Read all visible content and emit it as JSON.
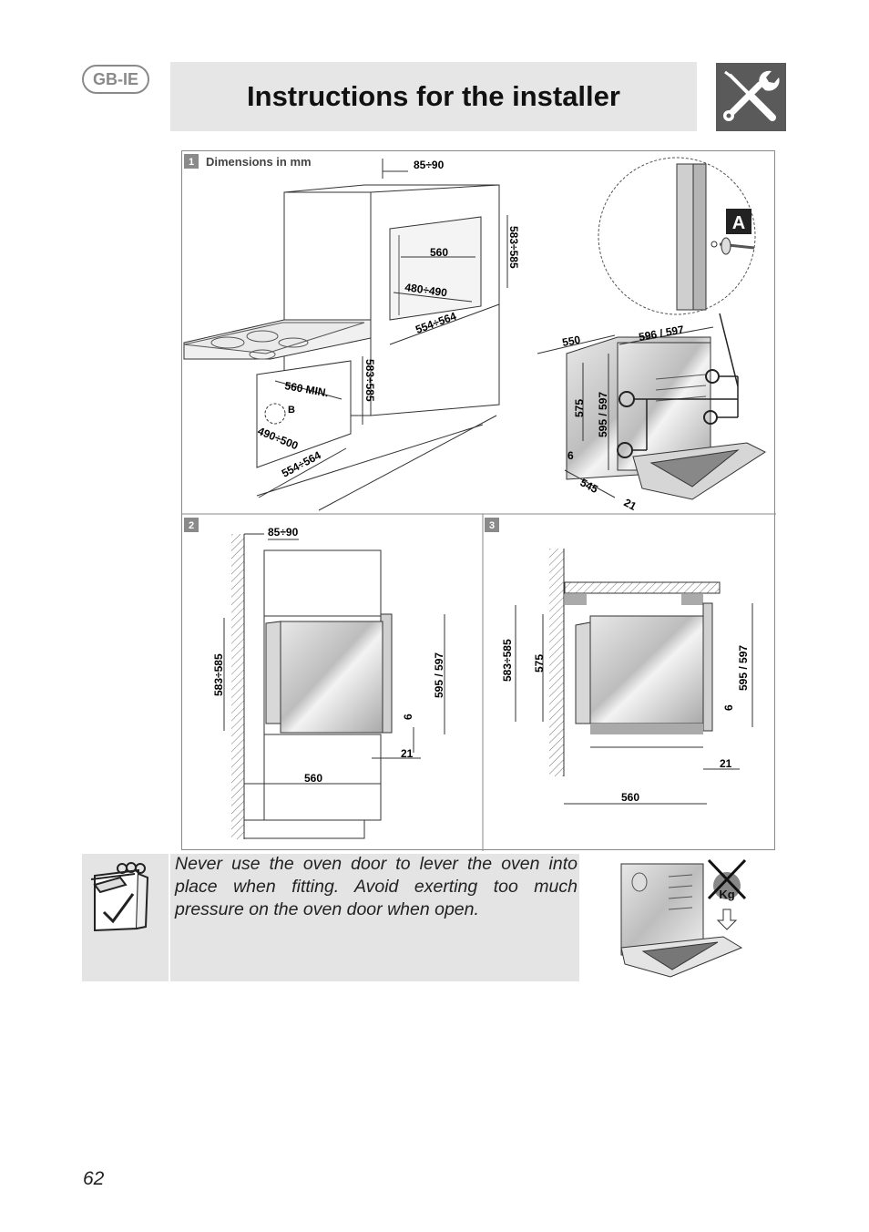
{
  "header": {
    "lang_badge": "GB-IE",
    "title": "Instructions for the installer",
    "icon": "tools-icon"
  },
  "figure1": {
    "number": "1",
    "caption": "Dimensions in mm",
    "dims": {
      "top_gap": "85÷90",
      "niche_height": "583÷585",
      "niche_width": "560",
      "niche_depth": "480÷490",
      "cabinet_depth": "554÷564",
      "under_width": "560 MIN.",
      "under_height": "583÷585",
      "under_depth": "490÷500",
      "under_cabinet_depth": "554÷564",
      "oven_depth": "550",
      "oven_width": "596 / 597",
      "oven_inner_height": "575",
      "oven_height": "595 / 597",
      "oven_bottom": "6",
      "oven_body_depth": "545",
      "front": "21"
    },
    "label_a": "A",
    "label_b": "B"
  },
  "figure2": {
    "number": "2",
    "dims": {
      "top_gap": "85÷90",
      "niche_height": "583÷585",
      "oven_height": "595 / 597",
      "bottom": "6",
      "front": "21",
      "width": "560"
    }
  },
  "figure3": {
    "number": "3",
    "dims": {
      "niche_height": "583÷585",
      "inner_height": "575",
      "oven_height": "595 / 597",
      "bottom": "6",
      "front": "21",
      "width": "560"
    }
  },
  "note": {
    "text": "Never use the oven door to lever the oven into place when fitting. Avoid exerting too much pressure on the oven door when open.",
    "icon": "notepad-pencil-icon",
    "warning_label": "Kg",
    "warning_icon": "no-weight-on-door-icon"
  },
  "footer": {
    "page_number": "62"
  }
}
